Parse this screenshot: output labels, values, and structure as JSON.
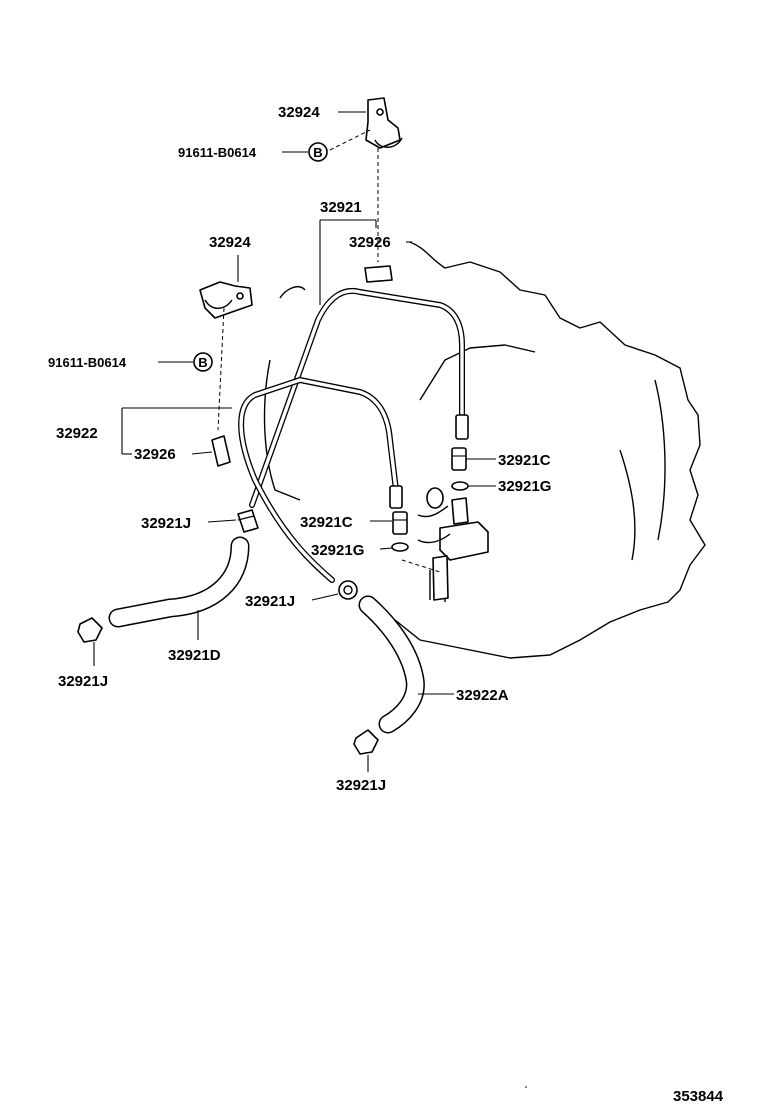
{
  "diagram": {
    "labels": {
      "bracket_top": "32924",
      "bolt_top": "91611-B0614",
      "bolt_top_mark": "B",
      "pipe_main": "32921",
      "sleeve_top": "32926",
      "bracket_mid": "32924",
      "bolt_mid": "91611-B0614",
      "bolt_mid_mark": "B",
      "pipe_second": "32922",
      "sleeve_mid": "32926",
      "union_right": "32921C",
      "gasket_right": "32921G",
      "clip_left": "32921J",
      "union_center": "32921C",
      "gasket_center": "32921G",
      "clip_center": "32921J",
      "hose_left": "32921D",
      "clip_bottom_left": "32921J",
      "hose_right": "32922A",
      "clip_bottom": "32921J"
    },
    "ref_number": "353844"
  }
}
